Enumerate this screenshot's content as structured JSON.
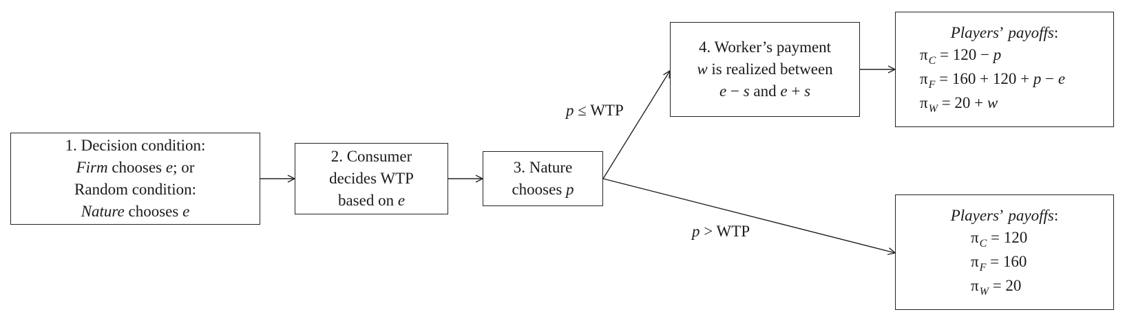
{
  "box1": {
    "line1": "1. Decision condition:",
    "line2_italic": "Firm",
    "line2_rest": " chooses ",
    "line2_var": "e",
    "line2_end": "; or",
    "line3": "Random condition:",
    "line4_italic": "Nature",
    "line4_rest": " chooses ",
    "line4_var": "e"
  },
  "box2": {
    "line1": "2. Consumer",
    "line2": "decides WTP",
    "line3_rest": "based on ",
    "line3_var": "e"
  },
  "box3": {
    "line1": "3. Nature",
    "line2_rest": "chooses ",
    "line2_var": "p"
  },
  "box4": {
    "line1": "4. Worker’s payment",
    "line2_var": "w",
    "line2_rest": " is realized between",
    "line3_a": "e",
    "line3_b": " − ",
    "line3_c": "s",
    "line3_d": " and ",
    "line3_e": "e",
    "line3_f": " + ",
    "line3_g": "s"
  },
  "edge_labels": {
    "upper_var": "p",
    "upper_rest": " ≤ WTP",
    "lower_var": "p",
    "lower_rest": " > WTP"
  },
  "payoffs_top": {
    "title_italic": "Players",
    "title_apos": "’",
    "title_italic2": " payoffs",
    "title_colon": ":",
    "pi": "π",
    "c_sub": "C",
    "c_expr_a": " = 120 − ",
    "c_expr_var": "p",
    "f_sub": "F",
    "f_expr_a": " = 160 + 120 + ",
    "f_expr_var1": "p",
    "f_expr_b": " − ",
    "f_expr_var2": "e",
    "w_sub": "W",
    "w_expr_a": " = 20 + ",
    "w_expr_var": "w"
  },
  "payoffs_bottom": {
    "title_italic": "Players",
    "title_apos": "’",
    "title_italic2": " payoffs",
    "title_colon": ":",
    "pi": "π",
    "c_sub": "C",
    "c_expr": " = 120",
    "f_sub": "F",
    "f_expr": " = 160",
    "w_sub": "W",
    "w_expr": " = 20"
  }
}
